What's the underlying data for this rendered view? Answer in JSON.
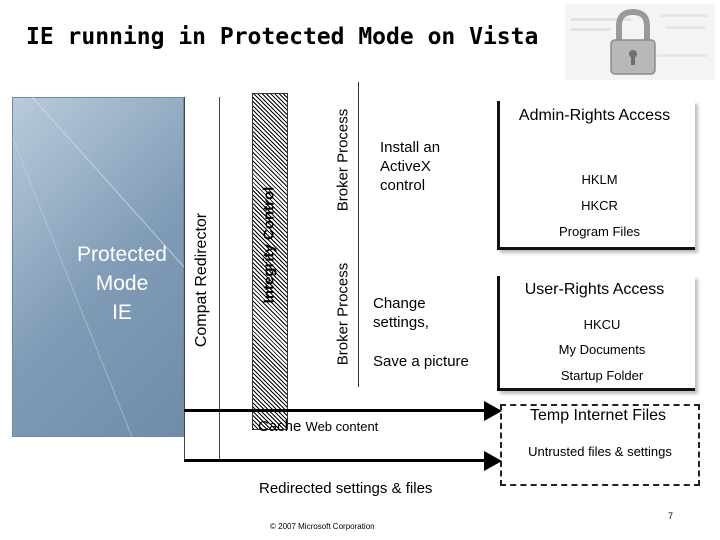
{
  "title": "IE running in Protected Mode on Vista",
  "left_panel": {
    "process_label": "Protected\nMode\nIE",
    "compat_label": "Compat Redirector",
    "integrity_label": "Integrity Control"
  },
  "broker": {
    "top_label": "Broker Process",
    "bottom_label": "Broker Process"
  },
  "operations": {
    "install": "Install an\nActiveX\ncontrol",
    "change": "Change\nsettings,",
    "save": "Save a picture",
    "cache_prefix": "Cache ",
    "cache_suffix": "Web content",
    "redirected": "Redirected settings & files"
  },
  "admin_box": {
    "header": "Admin-Rights  Access",
    "items": [
      "HKLM",
      "HKCR",
      "Program Files"
    ]
  },
  "user_box": {
    "header": "User-Rights Access",
    "items": [
      "HKCU",
      "My Documents",
      "Startup Folder"
    ]
  },
  "temp_box": {
    "header": "Temp Internet Files",
    "item": "Untrusted files & settings"
  },
  "footer": {
    "copyright": "© 2007 Microsoft Corporation",
    "page": "7"
  },
  "colors": {
    "ie_panel": "#7f9bb5",
    "text": "#000000"
  }
}
